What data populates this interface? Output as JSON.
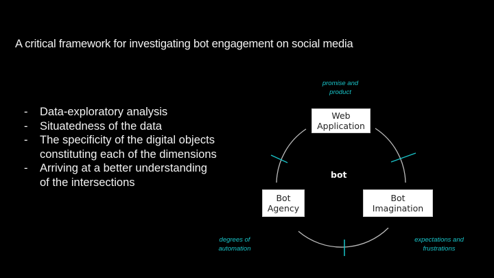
{
  "slide": {
    "title": "A critical framework for investigating bot engagement on social media",
    "bullets": [
      {
        "lines": [
          "Data-exploratory analysis"
        ]
      },
      {
        "lines": [
          "Situatedness of the data"
        ]
      },
      {
        "lines": [
          "The specificity of the digital objects",
          "constituting each of the dimensions"
        ]
      },
      {
        "lines": [
          "Arriving at a better understanding",
          "of the intersections"
        ]
      }
    ],
    "bullet_marker": "-"
  },
  "diagram": {
    "center_label": "bot",
    "nodes": {
      "web_application": {
        "lines": [
          "Web",
          "Application"
        ]
      },
      "bot_agency": {
        "lines": [
          "Bot",
          "Agency"
        ]
      },
      "bot_imagination": {
        "lines": [
          "Bot",
          "Imagination"
        ]
      }
    },
    "annotations": {
      "promise": {
        "lines": [
          "promise and",
          "product"
        ]
      },
      "automation": {
        "lines": [
          "degrees of",
          "automation"
        ]
      },
      "expectations": {
        "lines": [
          "expectations and",
          "frustrations"
        ]
      }
    },
    "colors": {
      "accent": "#19c4c9",
      "arc": "#bdbdbd",
      "box_bg": "#ffffff",
      "background": "#000000"
    }
  }
}
